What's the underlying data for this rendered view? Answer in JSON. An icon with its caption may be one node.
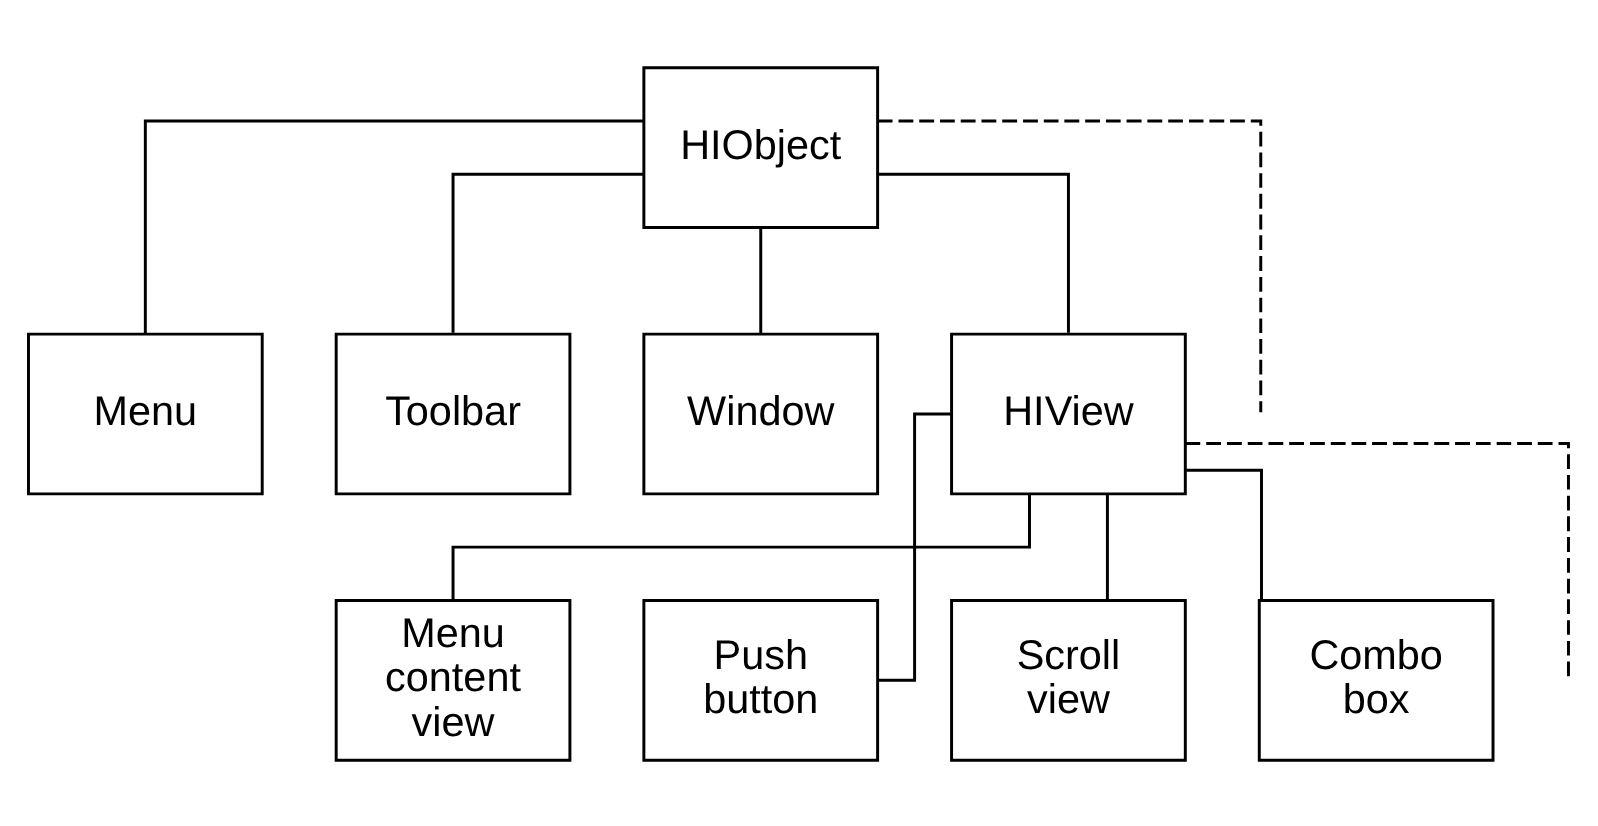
{
  "diagram": {
    "nodes": [
      {
        "text": [
          "HIObject"
        ]
      },
      {
        "text": [
          "Menu"
        ]
      },
      {
        "text": [
          "Toolbar"
        ]
      },
      {
        "text": [
          "Window"
        ]
      },
      {
        "text": [
          "HIView"
        ]
      },
      {
        "text": [
          "Menu content view"
        ]
      },
      {
        "text": [
          "Push button"
        ]
      },
      {
        "text": [
          "Scroll view"
        ]
      },
      {
        "text": [
          "Combo box"
        ]
      }
    ],
    "edges": [
      {
        "from": 0,
        "to": 1,
        "arrow": "none"
      },
      {
        "from": 0,
        "to": 2,
        "arrow": "none"
      },
      {
        "from": 0,
        "to": 3,
        "arrow": "none"
      },
      {
        "from": 0,
        "to": 4,
        "arrow": "none"
      },
      {
        "from": 0,
        "to": null,
        "arrow": "none",
        "style": "dashed"
      },
      {
        "from": 4,
        "to": 5,
        "arrow": "none"
      },
      {
        "from": 4,
        "to": 6,
        "arrow": "none"
      },
      {
        "from": 4,
        "to": 7,
        "arrow": "none"
      },
      {
        "from": 4,
        "to": 8,
        "arrow": "none"
      },
      {
        "from": 4,
        "to": null,
        "arrow": "none",
        "style": "dashed"
      }
    ]
  }
}
